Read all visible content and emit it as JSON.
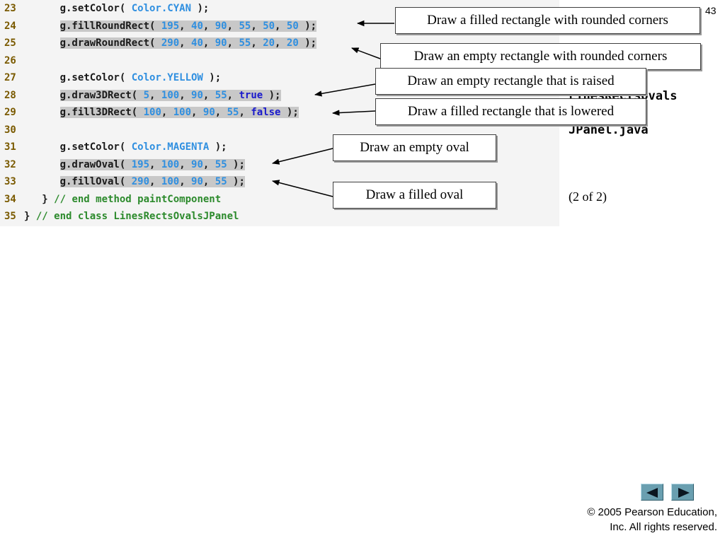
{
  "slide": {
    "number": "43"
  },
  "sidebar": {
    "title": "Outline",
    "file_line_1": "LinesRectsOvals",
    "file_line_2": "JPanel.java",
    "page_of": "(2 of 2)"
  },
  "code": {
    "lines": [
      {
        "n": "23",
        "parts": [
          {
            "t": "      g.setColor( "
          },
          {
            "t": "Color.CYAN",
            "c": "cls"
          },
          {
            "t": " );"
          }
        ]
      },
      {
        "n": "24",
        "parts": [
          {
            "t": "      "
          },
          {
            "t": "g.fillRoundRect( ",
            "hl": 1
          },
          {
            "t": "195",
            "c": "num",
            "hl": 1
          },
          {
            "t": ", ",
            "hl": 1
          },
          {
            "t": "40",
            "c": "num",
            "hl": 1
          },
          {
            "t": ", ",
            "hl": 1
          },
          {
            "t": "90",
            "c": "num",
            "hl": 1
          },
          {
            "t": ", ",
            "hl": 1
          },
          {
            "t": "55",
            "c": "num",
            "hl": 1
          },
          {
            "t": ", ",
            "hl": 1
          },
          {
            "t": "50",
            "c": "num",
            "hl": 1
          },
          {
            "t": ", ",
            "hl": 1
          },
          {
            "t": "50",
            "c": "num",
            "hl": 1
          },
          {
            "t": " );",
            "hl": 1
          }
        ]
      },
      {
        "n": "25",
        "parts": [
          {
            "t": "      "
          },
          {
            "t": "g.drawRoundRect( ",
            "hl": 1
          },
          {
            "t": "290",
            "c": "num",
            "hl": 1
          },
          {
            "t": ", ",
            "hl": 1
          },
          {
            "t": "40",
            "c": "num",
            "hl": 1
          },
          {
            "t": ", ",
            "hl": 1
          },
          {
            "t": "90",
            "c": "num",
            "hl": 1
          },
          {
            "t": ", ",
            "hl": 1
          },
          {
            "t": "55",
            "c": "num",
            "hl": 1
          },
          {
            "t": ", ",
            "hl": 1
          },
          {
            "t": "20",
            "c": "num",
            "hl": 1
          },
          {
            "t": ", ",
            "hl": 1
          },
          {
            "t": "20",
            "c": "num",
            "hl": 1
          },
          {
            "t": " );",
            "hl": 1
          }
        ]
      },
      {
        "n": "26",
        "parts": []
      },
      {
        "n": "27",
        "parts": [
          {
            "t": "      g.setColor( "
          },
          {
            "t": "Color.YELLOW",
            "c": "cls"
          },
          {
            "t": " );"
          }
        ]
      },
      {
        "n": "28",
        "parts": [
          {
            "t": "      "
          },
          {
            "t": "g.draw3DRect( ",
            "hl": 1
          },
          {
            "t": "5",
            "c": "num",
            "hl": 1
          },
          {
            "t": ", ",
            "hl": 1
          },
          {
            "t": "100",
            "c": "num",
            "hl": 1
          },
          {
            "t": ", ",
            "hl": 1
          },
          {
            "t": "90",
            "c": "num",
            "hl": 1
          },
          {
            "t": ", ",
            "hl": 1
          },
          {
            "t": "55",
            "c": "num",
            "hl": 1
          },
          {
            "t": ", ",
            "hl": 1
          },
          {
            "t": "true",
            "c": "kw",
            "hl": 1
          },
          {
            "t": " );",
            "hl": 1
          }
        ]
      },
      {
        "n": "29",
        "parts": [
          {
            "t": "      "
          },
          {
            "t": "g.fill3DRect( ",
            "hl": 1
          },
          {
            "t": "100",
            "c": "num",
            "hl": 1
          },
          {
            "t": ", ",
            "hl": 1
          },
          {
            "t": "100",
            "c": "num",
            "hl": 1
          },
          {
            "t": ", ",
            "hl": 1
          },
          {
            "t": "90",
            "c": "num",
            "hl": 1
          },
          {
            "t": ", ",
            "hl": 1
          },
          {
            "t": "55",
            "c": "num",
            "hl": 1
          },
          {
            "t": ", ",
            "hl": 1
          },
          {
            "t": "false",
            "c": "kw",
            "hl": 1
          },
          {
            "t": " );",
            "hl": 1
          }
        ]
      },
      {
        "n": "30",
        "parts": []
      },
      {
        "n": "31",
        "parts": [
          {
            "t": "      g.setColor( "
          },
          {
            "t": "Color.MAGENTA",
            "c": "cls"
          },
          {
            "t": " );"
          }
        ]
      },
      {
        "n": "32",
        "parts": [
          {
            "t": "      "
          },
          {
            "t": "g.drawOval( ",
            "hl": 1
          },
          {
            "t": "195",
            "c": "num",
            "hl": 1
          },
          {
            "t": ", ",
            "hl": 1
          },
          {
            "t": "100",
            "c": "num",
            "hl": 1
          },
          {
            "t": ", ",
            "hl": 1
          },
          {
            "t": "90",
            "c": "num",
            "hl": 1
          },
          {
            "t": ", ",
            "hl": 1
          },
          {
            "t": "55",
            "c": "num",
            "hl": 1
          },
          {
            "t": " );",
            "hl": 1
          }
        ]
      },
      {
        "n": "33",
        "parts": [
          {
            "t": "      "
          },
          {
            "t": "g.fillOval( ",
            "hl": 1
          },
          {
            "t": "290",
            "c": "num",
            "hl": 1
          },
          {
            "t": ", ",
            "hl": 1
          },
          {
            "t": "100",
            "c": "num",
            "hl": 1
          },
          {
            "t": ", ",
            "hl": 1
          },
          {
            "t": "90",
            "c": "num",
            "hl": 1
          },
          {
            "t": ", ",
            "hl": 1
          },
          {
            "t": "55",
            "c": "num",
            "hl": 1
          },
          {
            "t": " );",
            "hl": 1
          }
        ]
      },
      {
        "n": "34",
        "parts": [
          {
            "t": "   } "
          },
          {
            "t": "// end method paintComponent",
            "c": "cm"
          }
        ]
      },
      {
        "n": "35",
        "parts": [
          {
            "t": "} "
          },
          {
            "t": "// end class LinesRectsOvalsJPanel",
            "c": "cm"
          }
        ]
      }
    ]
  },
  "callouts": {
    "fill_round_rect": "Draw a filled rectangle with rounded corners",
    "draw_round_rect": "Draw an empty rectangle with rounded corners",
    "draw_3d_rect": "Draw an empty rectangle that is raised",
    "fill_3d_rect": "Draw a filled rectangle that is lowered",
    "draw_oval": "Draw an empty oval",
    "fill_oval": "Draw a filled oval"
  },
  "footer": {
    "copyright_line_1": "© 2005 Pearson Education,",
    "copyright_line_2": "Inc.  All rights reserved."
  },
  "nav": {
    "prev_icon": "triangle-left-icon",
    "next_icon": "triangle-right-icon"
  },
  "colors": {
    "code_bg": "#f4f4f4",
    "highlight": "#c8c8c8",
    "number": "#2f8fe0",
    "keyword": "#1a1acc",
    "comment": "#2c8a2c",
    "line_number": "#7a5a00",
    "nav_button": "#6a9fb0"
  }
}
